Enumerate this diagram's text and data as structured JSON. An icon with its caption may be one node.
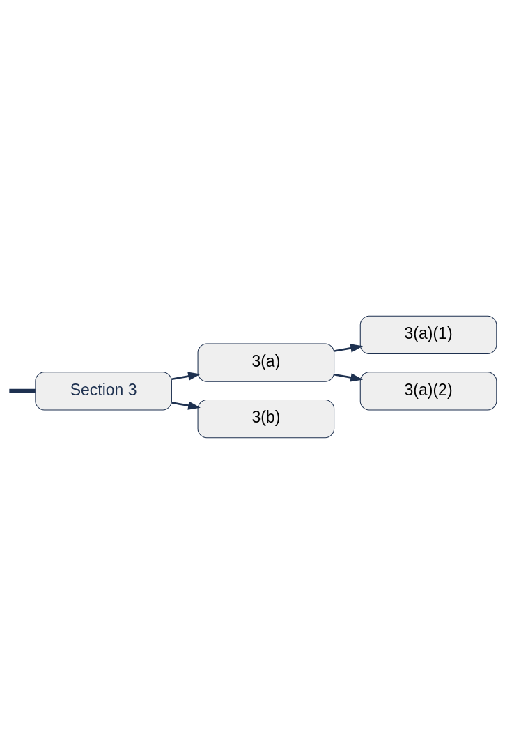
{
  "diagram": {
    "nodes": [
      {
        "text": [
          "Section 3"
        ]
      },
      {
        "text": [
          "3(a)"
        ]
      },
      {
        "text": [
          "3(a)(1)"
        ]
      },
      {
        "text": [
          "3(a)(2)"
        ]
      },
      {
        "text": [
          "3(b)"
        ]
      }
    ],
    "edges": [
      {
        "from": null,
        "to": 0,
        "arrow": "none",
        "style": "thick"
      },
      {
        "from": 0,
        "to": 1,
        "arrow": "to"
      },
      {
        "from": 1,
        "to": 2,
        "arrow": "to"
      },
      {
        "from": 1,
        "to": 3,
        "arrow": "to"
      },
      {
        "from": 0,
        "to": 4,
        "arrow": "to"
      }
    ]
  }
}
